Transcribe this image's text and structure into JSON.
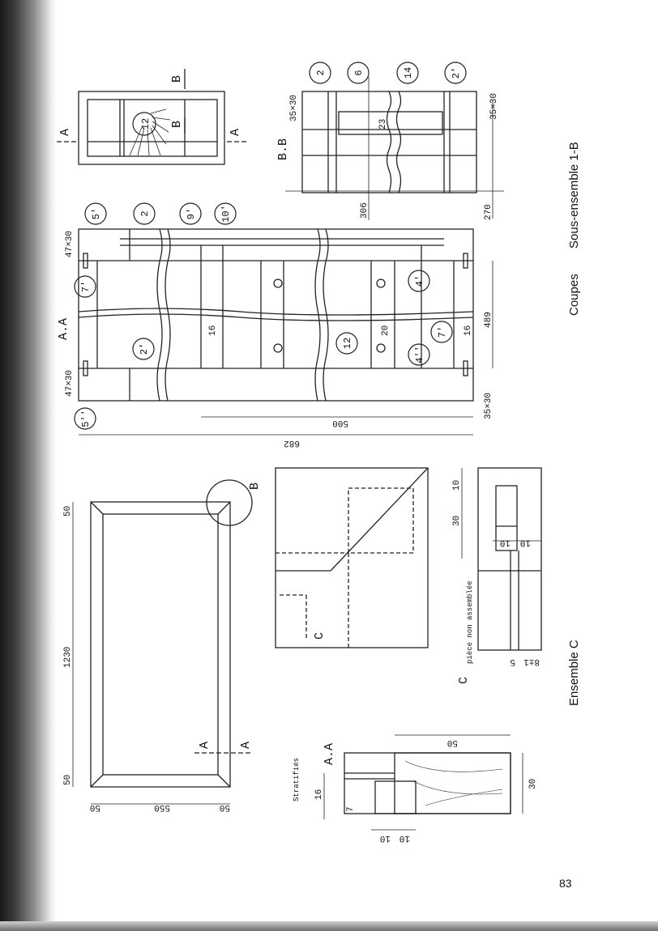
{
  "titles": {
    "main": "Sous-ensemble 1-B",
    "section": "Coupes",
    "ensemble": "Ensemble C"
  },
  "page_number": "83",
  "views": {
    "bb_label": "B.B",
    "aa_label": "A.A",
    "aa_small_label": "A.A",
    "section_letters": {
      "a": "A",
      "b": "B",
      "c": "C"
    },
    "note_piece": "pièce non assemblée",
    "note_stratifies": "Stratifiés"
  },
  "part_bubbles": [
    "2",
    "6",
    "14",
    "2'",
    "12",
    "5'",
    "9'",
    "10'",
    "7'",
    "4'",
    "2'",
    "4''",
    "7'",
    "5''",
    "12"
  ],
  "dimensions": {
    "bb": {
      "d35x30_left": "35×30",
      "d35x30_right": "35×30",
      "d23": "23",
      "d306": "306",
      "d270": "270"
    },
    "aa": {
      "d47x30_top": "47×30",
      "d47x30_bottom": "47×30",
      "d16_left": "16",
      "d20": "20",
      "d16_right": "16",
      "d489": "489",
      "d500": "500",
      "d682": "682",
      "d35x30": "35×30"
    },
    "frame": {
      "d50_top": "50",
      "d1230": "1230",
      "d50_bottom": "50",
      "d50_left": "50",
      "d550": "550",
      "d50_right": "50"
    },
    "detail": {
      "d10_top": "10",
      "d30": "30",
      "d10_a": "10",
      "d10_b": "10",
      "d5": "5",
      "d8": "8±1"
    },
    "small_aa": {
      "d50": "50",
      "d30": "30",
      "d16": "16",
      "d7": "7",
      "d10_a": "10",
      "d10_b": "10"
    }
  }
}
